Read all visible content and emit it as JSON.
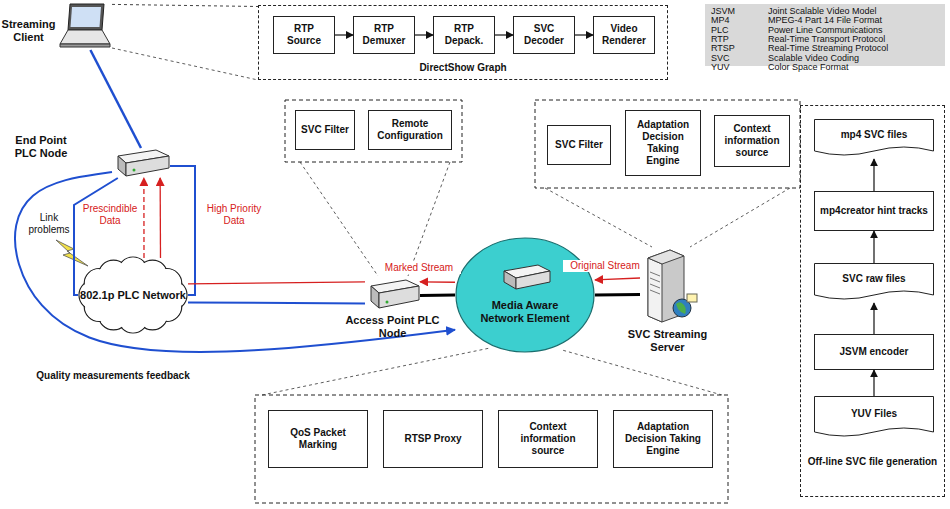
{
  "diagram": {
    "nodes": [
      {
        "text": [
          "Streaming Client"
        ]
      },
      {
        "text": [
          "DirectShow Graph"
        ]
      },
      {
        "text": [
          "RTP Source"
        ],
        "in": 1
      },
      {
        "text": [
          "RTP Demuxer"
        ],
        "in": 1
      },
      {
        "text": [
          "RTP Depack."
        ],
        "in": 1
      },
      {
        "text": [
          "SVC Decoder"
        ],
        "in": 1
      },
      {
        "text": [
          "Video Renderer"
        ],
        "in": 1
      },
      {
        "text": [
          "End Point PLC Node"
        ]
      },
      {
        "text": [
          "802.1p PLC Network"
        ]
      },
      {
        "text": [
          "Access Point PLC Node"
        ]
      },
      {
        "text": [
          "SVC Filter"
        ]
      },
      {
        "text": [
          "Remote Configuration"
        ]
      },
      {
        "text": [
          "Media Aware Network Element"
        ]
      },
      {
        "text": [
          "SVC Streaming Server"
        ]
      },
      {
        "text": [
          "SVC Filter"
        ]
      },
      {
        "text": [
          "Adaptation Decision Taking Engine"
        ]
      },
      {
        "text": [
          "Context information source"
        ]
      },
      {
        "text": [
          "QoS Packet Marking"
        ]
      },
      {
        "text": [
          "RTSP Proxy"
        ]
      },
      {
        "text": [
          "Context information source"
        ]
      },
      {
        "text": [
          "Adaptation Decision Taking Engine"
        ]
      },
      {
        "text": [
          "Off-line SVC file generation"
        ]
      },
      {
        "text": [
          "mp4 SVC files"
        ],
        "in": 21
      },
      {
        "text": [
          "mp4creator hint tracks"
        ],
        "in": 21
      },
      {
        "text": [
          "SVC raw files"
        ],
        "in": 21
      },
      {
        "text": [
          "JSVM encoder"
        ],
        "in": 21
      },
      {
        "text": [
          "YUV Files"
        ],
        "in": 21
      }
    ],
    "edges": [
      {
        "from": 0,
        "to": 1,
        "arrow": "none"
      },
      {
        "from": 2,
        "to": 3,
        "arrow": "to"
      },
      {
        "from": 3,
        "to": 4,
        "arrow": "to"
      },
      {
        "from": 4,
        "to": 5,
        "arrow": "to"
      },
      {
        "from": 5,
        "to": 6,
        "arrow": "to"
      },
      {
        "from": 0,
        "to": 7,
        "arrow": "none"
      },
      {
        "from": 7,
        "to": 8,
        "arrow": "none"
      },
      {
        "from": 7,
        "to": 8,
        "arrow": "none"
      },
      {
        "from": 8,
        "to": 7,
        "label": "Prescindible Data",
        "arrow": "to"
      },
      {
        "from": 8,
        "to": 7,
        "label": "High Priority Data",
        "arrow": "to"
      },
      {
        "from": 9,
        "to": 8,
        "arrow": "none"
      },
      {
        "from": 9,
        "to": 8,
        "arrow": "none"
      },
      {
        "from": 12,
        "to": 9,
        "label": "Marked Stream",
        "arrow": "to"
      },
      {
        "from": 12,
        "to": 9,
        "arrow": "none"
      },
      {
        "from": 13,
        "to": 12,
        "label": "Original Stream",
        "arrow": "to"
      },
      {
        "from": 13,
        "to": 12,
        "arrow": "none"
      },
      {
        "from": 7,
        "to": 12,
        "label": "Quality measurements feedback",
        "arrow": "to"
      },
      {
        "from": 26,
        "to": 25,
        "arrow": "to"
      },
      {
        "from": 25,
        "to": 24,
        "arrow": "to"
      },
      {
        "from": 24,
        "to": 23,
        "arrow": "to"
      },
      {
        "from": 23,
        "to": 22,
        "arrow": "to"
      }
    ],
    "labels": [
      "Link problems",
      "JSVM",
      "Joint Scalable Video Model",
      "MP4",
      "MPEG-4 Part 14 File Format",
      "PLC",
      "Power Line Communications",
      "RTP",
      "Real-Time Transport Protocol",
      "RTSP",
      "Real-Time Streaming Protocol",
      "SVC",
      "Scalable Video Coding",
      "YUV",
      "Color Space Format"
    ]
  }
}
